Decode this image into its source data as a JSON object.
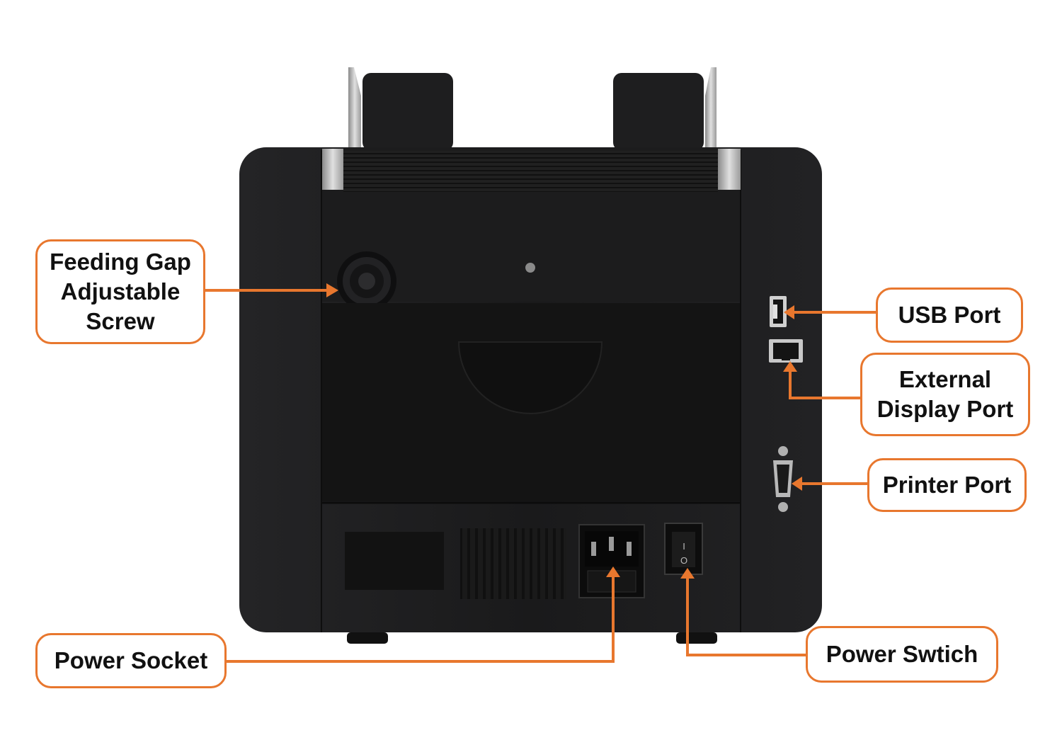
{
  "colors": {
    "accent": "#e8772e",
    "device_body": "#1b1b1c",
    "panel": "#141414",
    "metal": "#c9c9c9",
    "background": "#ffffff"
  },
  "labels": {
    "feeding_gap": "Feeding Gap\nAdjustable\nScrew",
    "usb_port": "USB Port",
    "external_display_port": "External\nDisplay Port",
    "printer_port": "Printer Port",
    "power_socket": "Power Socket",
    "power_switch": "Power Swtich"
  },
  "switch_marks": {
    "on": "I",
    "off": "O"
  },
  "icons": [
    "usb-port-icon",
    "rj-port-icon",
    "db9-port-icon",
    "power-socket-icon",
    "power-switch-icon",
    "knob-icon",
    "screw-icon"
  ]
}
